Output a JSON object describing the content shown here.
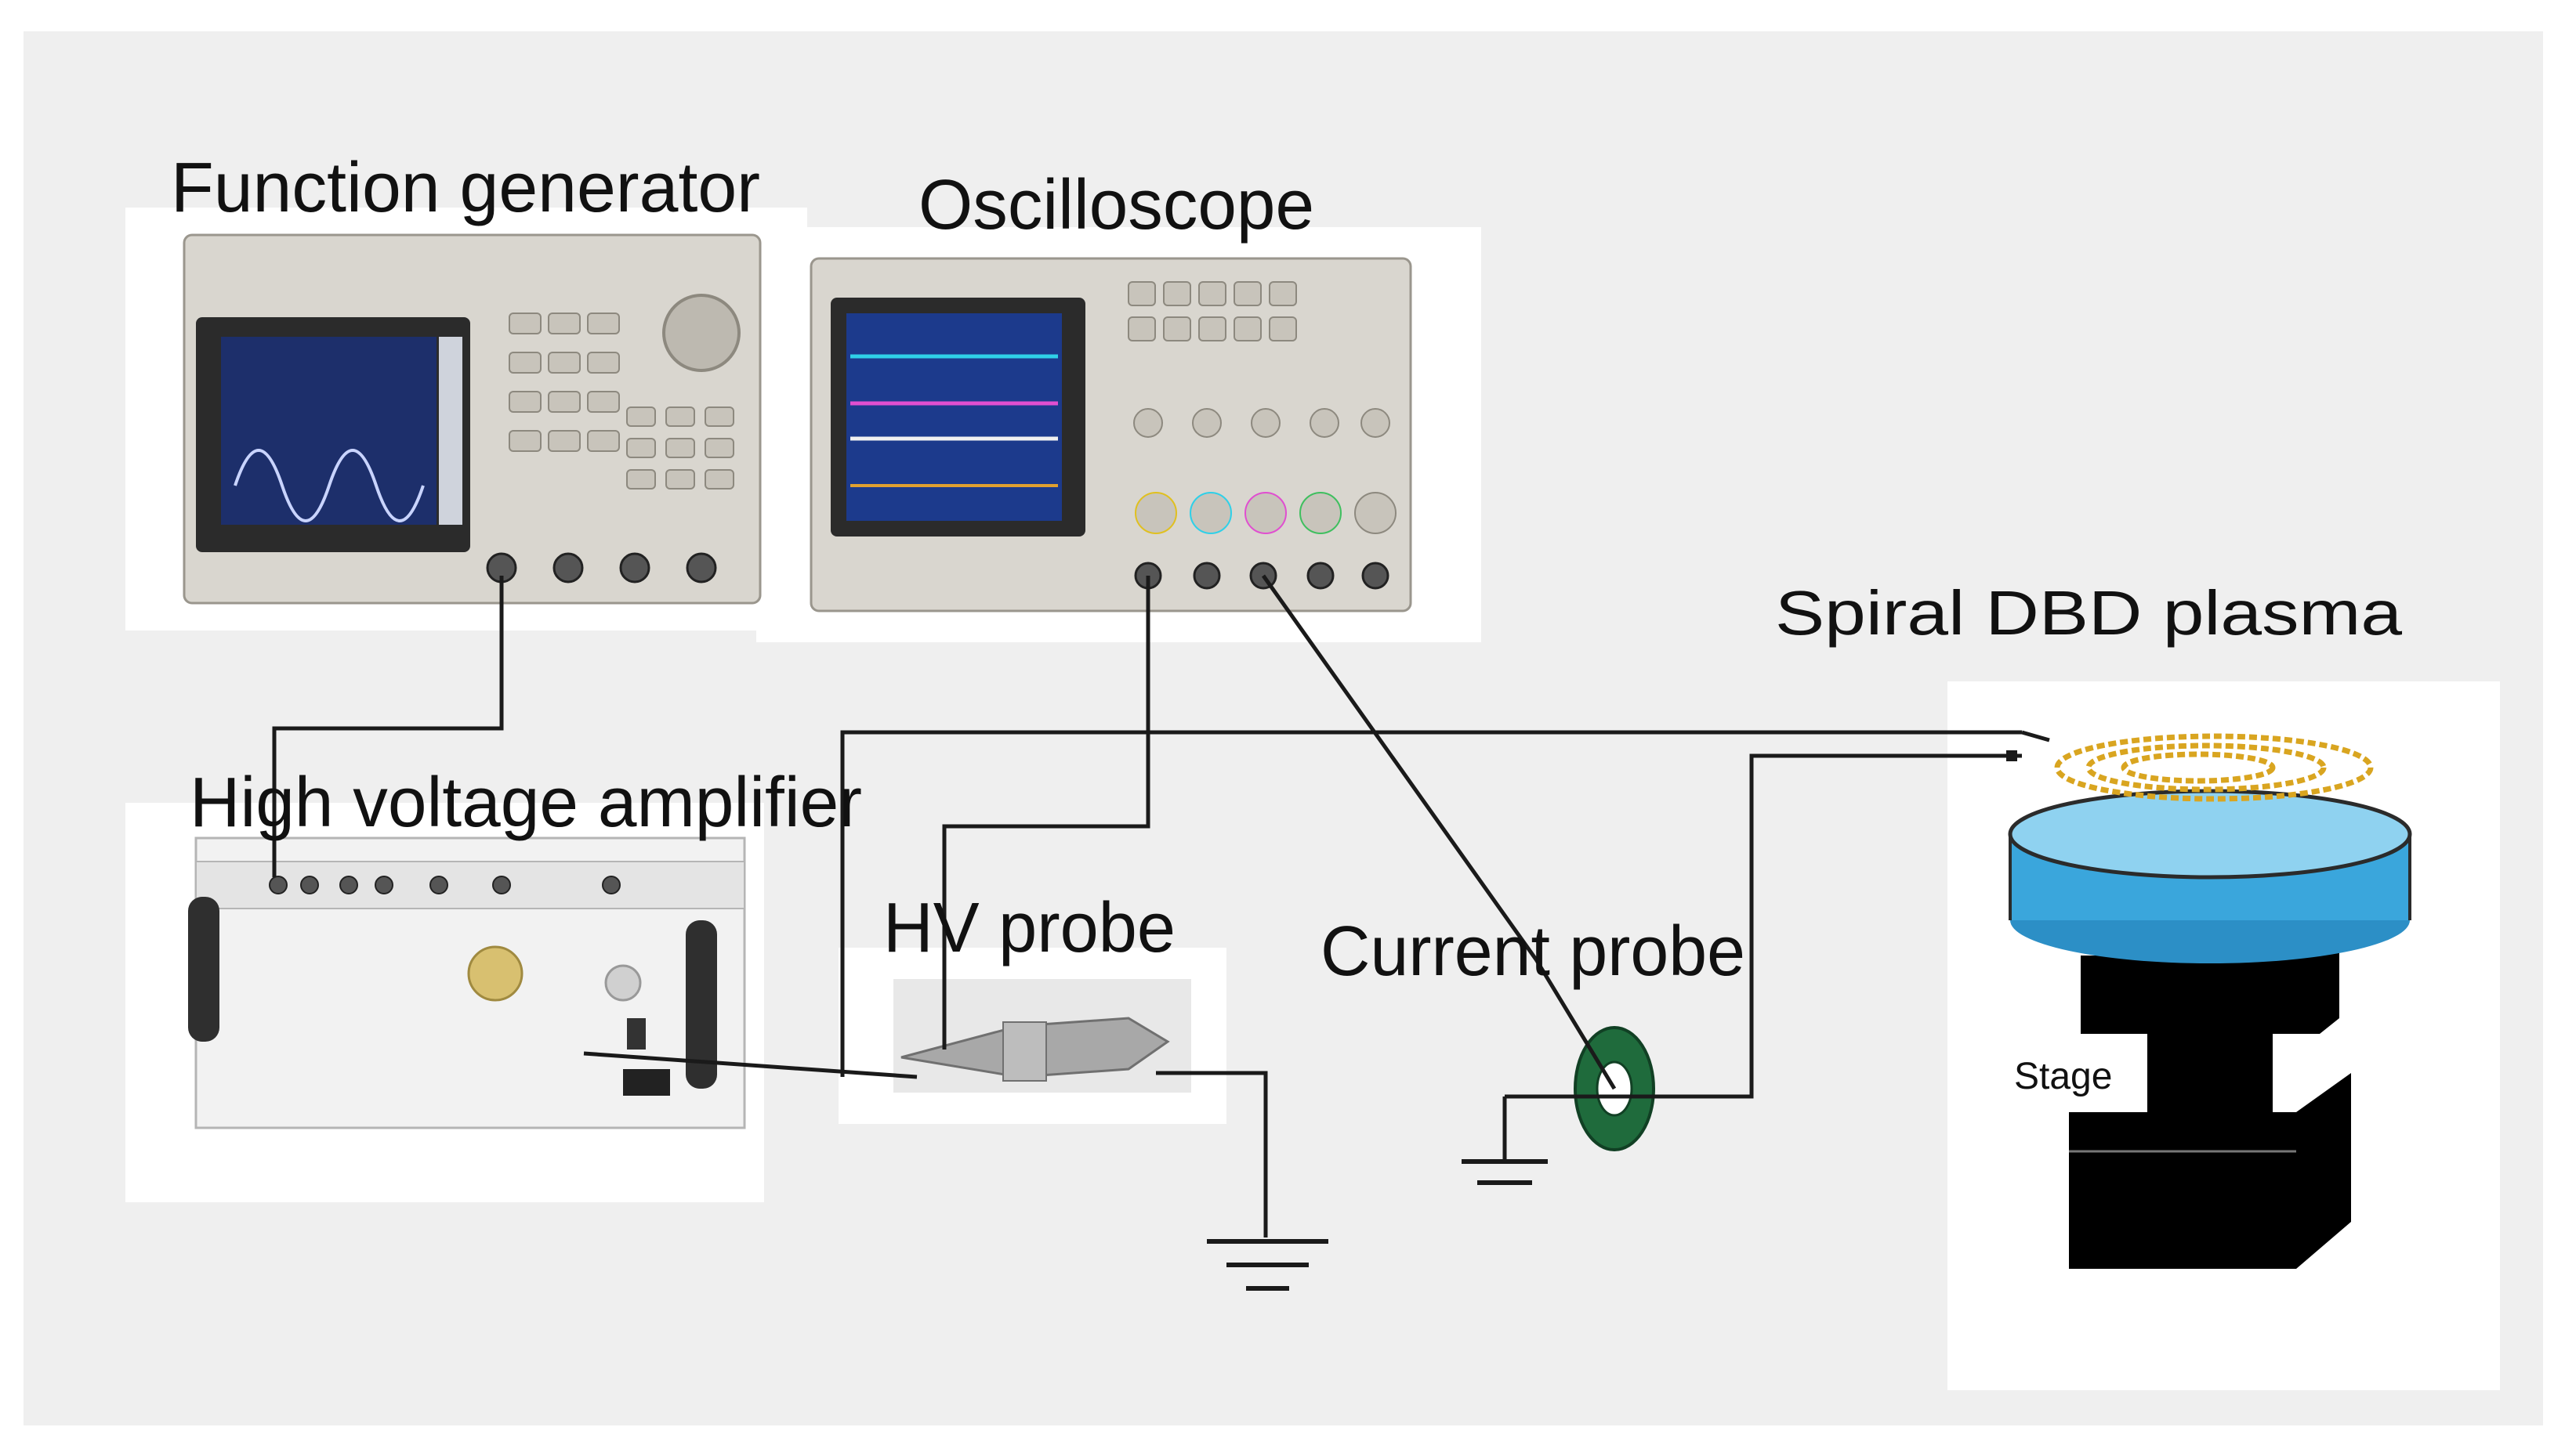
{
  "labels": {
    "function_generator": "Function generator",
    "oscilloscope": "Oscilloscope",
    "spiral_dbd_plasma": "Spiral DBD plasma",
    "high_voltage_amplifier": "High voltage amplifier",
    "hv_probe": "HV probe",
    "current_probe": "Current probe",
    "stage": "Stage"
  },
  "colors": {
    "background_panel": "#efefef",
    "wire": "#1a1a1a",
    "instrument_body": "#d9d6cf",
    "screen_bezel": "#2b2b2b",
    "fg_screen": "#1d2f6b",
    "osc_screen": "#1c3a8c",
    "trace_cyan": "#2fd0e8",
    "trace_magenta": "#e04fd0",
    "trace_white": "#f0f0f0",
    "trace_orange": "#e0a030",
    "water": "#3aa6dc",
    "spiral": "#d9a520",
    "stage_black": "#000000",
    "probe_green": "#1f6b3c"
  },
  "icons": {
    "ground": "ground-symbol-icon"
  }
}
